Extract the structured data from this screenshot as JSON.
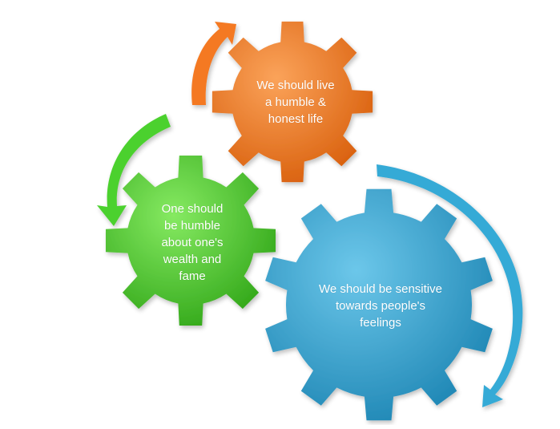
{
  "diagram": {
    "gears": [
      {
        "id": "orange",
        "text": "We should live\na humble  &\nhonest life",
        "color": "#F47920",
        "highlight": "#FBA35A",
        "shade": "#D9600D"
      },
      {
        "id": "green",
        "text": "One should\nbe humble\nabout one's\nwealth and\nfame",
        "color": "#4CD12F",
        "highlight": "#86EA62",
        "shade": "#33A81A"
      },
      {
        "id": "blue",
        "text": "We should be  sensitive\ntowards people's\nfeelings",
        "color": "#35AAD6",
        "highlight": "#6CC7EA",
        "shade": "#1F87B5"
      }
    ],
    "arrows": [
      {
        "id": "orange-arrow",
        "color": "#F47920"
      },
      {
        "id": "green-arrow",
        "color": "#4CD12F"
      },
      {
        "id": "blue-arrow",
        "color": "#35AAD6"
      }
    ]
  }
}
